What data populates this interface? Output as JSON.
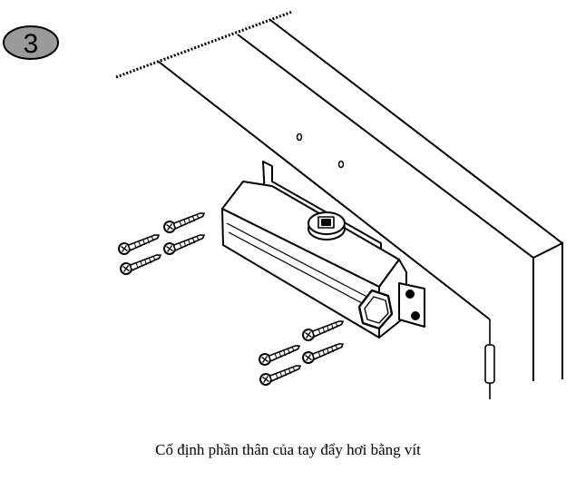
{
  "step": {
    "number": "3"
  },
  "caption": "Cố định phần thân của tay đẩy hơi bằng vít",
  "icons": [
    "step-number-badge",
    "screw-icon",
    "door-closer-body",
    "door-frame",
    "hinge-pin"
  ]
}
